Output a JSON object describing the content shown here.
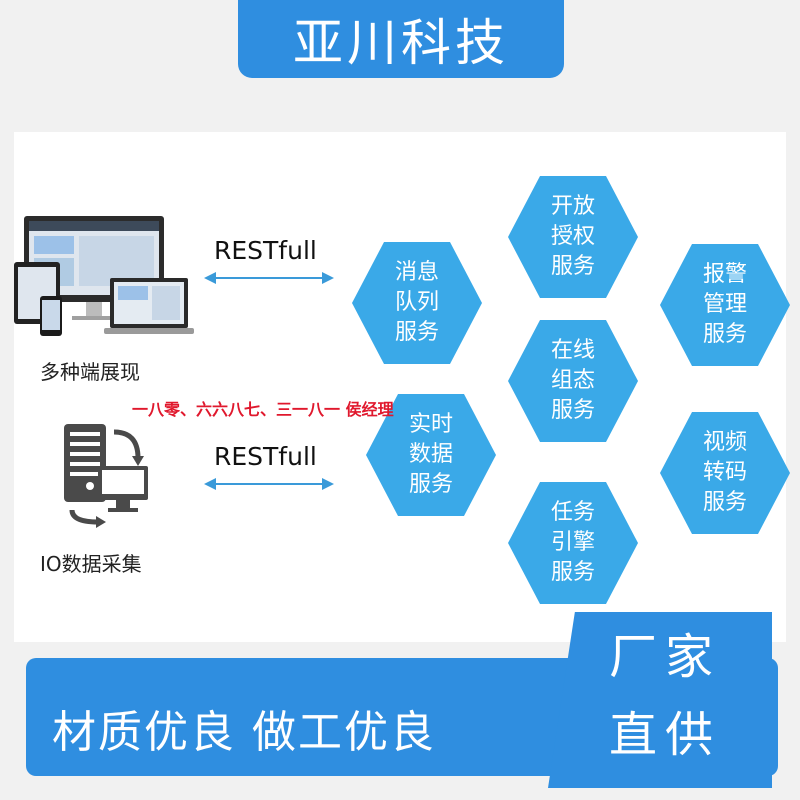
{
  "header": {
    "brand_title": "亚川科技"
  },
  "left": {
    "devices_label": "多种端展现",
    "io_label": "IO数据采集"
  },
  "connectors": [
    {
      "label": "RESTfull"
    },
    {
      "label": "RESTfull"
    }
  ],
  "watermark_text": "一八零、六六八七、三一八一 侯经理",
  "services": [
    {
      "lines": [
        "开放",
        "授权",
        "服务"
      ]
    },
    {
      "lines": [
        "消息",
        "队列",
        "服务"
      ]
    },
    {
      "lines": [
        "报警",
        "管理",
        "服务"
      ]
    },
    {
      "lines": [
        "在线",
        "组态",
        "服务"
      ]
    },
    {
      "lines": [
        "实时",
        "数据",
        "服务"
      ]
    },
    {
      "lines": [
        "视频",
        "转码",
        "服务"
      ]
    },
    {
      "lines": [
        "任务",
        "引擎",
        "服务"
      ]
    }
  ],
  "footer": {
    "left_text": "材质优良  做工优良",
    "right_line1": "厂家",
    "right_line2": "直供"
  },
  "colors": {
    "primary_blue": "#2f8ee0",
    "hex_blue": "#3aa9e8",
    "arrow_blue": "#3a9ad9",
    "watermark_red": "#e0182d"
  },
  "icons": [
    "monitor-laptop-phone-icon",
    "server-sync-icon",
    "double-arrow-icon"
  ]
}
